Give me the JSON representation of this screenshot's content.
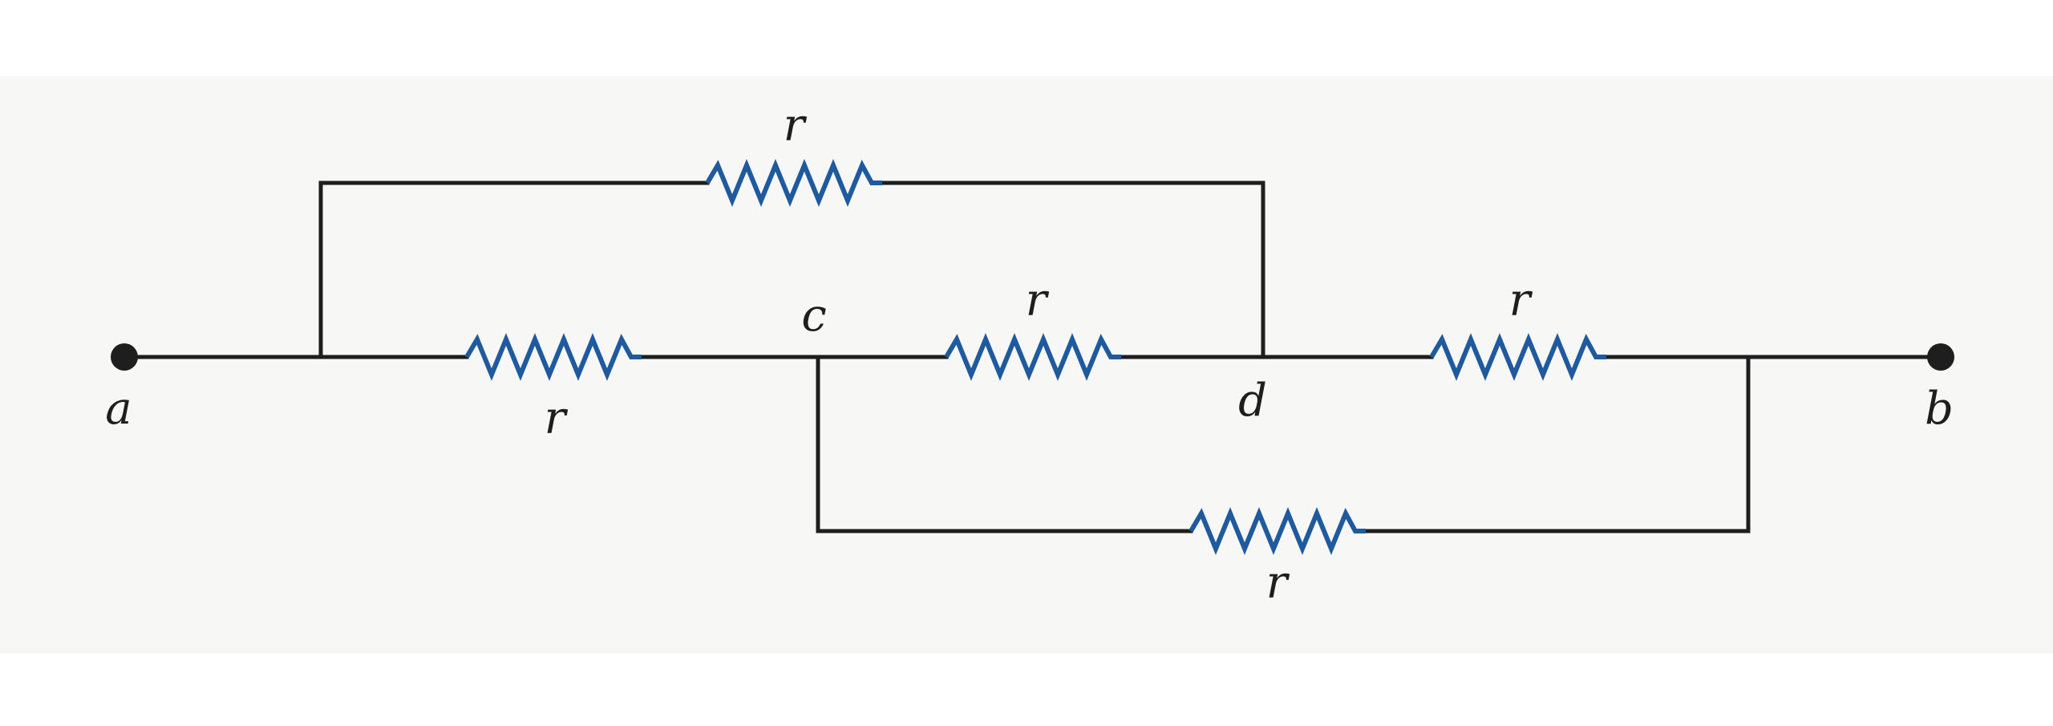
{
  "colors": {
    "wire": "#1e1e1e",
    "resistor": "#1f5a9e",
    "paper": "#f7f7f5"
  },
  "nodes": {
    "a": "a",
    "b": "b",
    "c": "c",
    "d": "d"
  },
  "resistors": {
    "top": "r",
    "a_to_c": "r",
    "c_to_d": "r",
    "d_to_b": "r",
    "bottom": "r"
  }
}
